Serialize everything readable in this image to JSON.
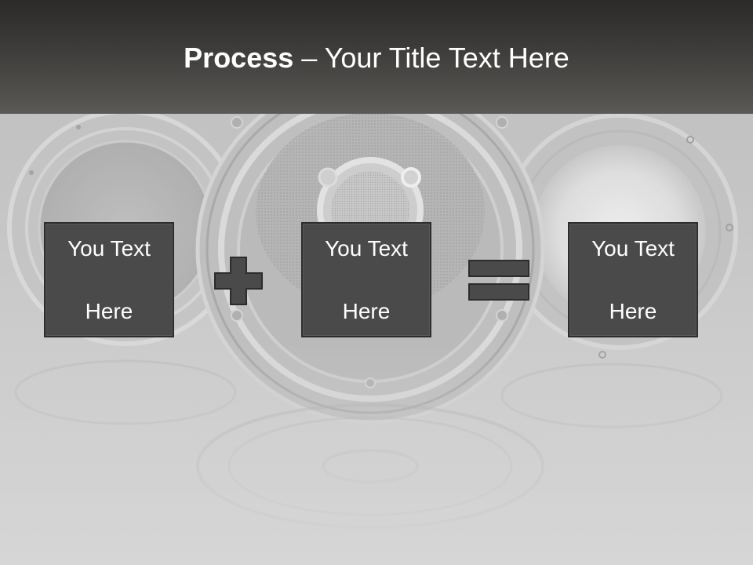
{
  "slide": {
    "title_bold": "Process",
    "title_rest": " – Your Title Text Here",
    "boxes": [
      {
        "line1": "You Text",
        "line2": "Here"
      },
      {
        "line1": "You Text",
        "line2": "Here"
      },
      {
        "line1": "You Text",
        "line2": "Here"
      }
    ],
    "operators": [
      "plus-icon",
      "equals-icon"
    ]
  },
  "colors": {
    "header": "#3e3d3b",
    "box": "#4a4a4a",
    "box_border": "#2c2c2c",
    "text": "#ffffff"
  }
}
